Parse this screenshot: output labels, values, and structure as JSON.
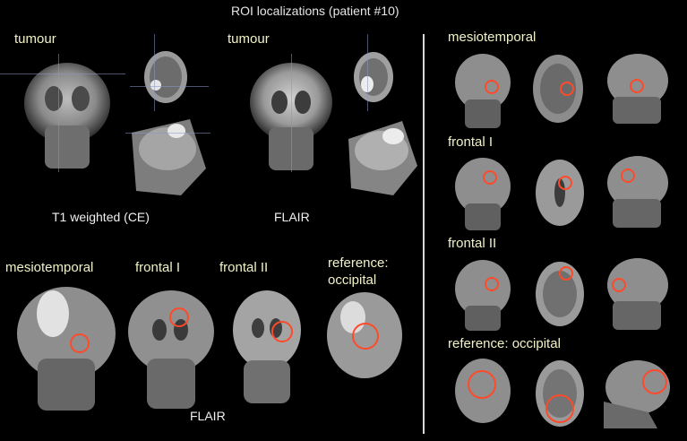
{
  "title": "ROI localizations (patient #10)",
  "top_left": {
    "panels": [
      {
        "label": "tumour",
        "caption": "T1 weighted (CE)"
      },
      {
        "label": "tumour",
        "caption": "FLAIR"
      }
    ]
  },
  "bottom_left": {
    "labels": [
      "mesiotemporal",
      "frontal I",
      "frontal II",
      "reference:",
      "occipital"
    ],
    "caption": "FLAIR"
  },
  "right_column": {
    "labels": [
      "mesiotemporal",
      "frontal I",
      "frontal II",
      "reference: occipital"
    ]
  },
  "colors": {
    "background": "#000000",
    "roi_circle": "#ff4a2a",
    "label_text": "#f2f2c8"
  }
}
